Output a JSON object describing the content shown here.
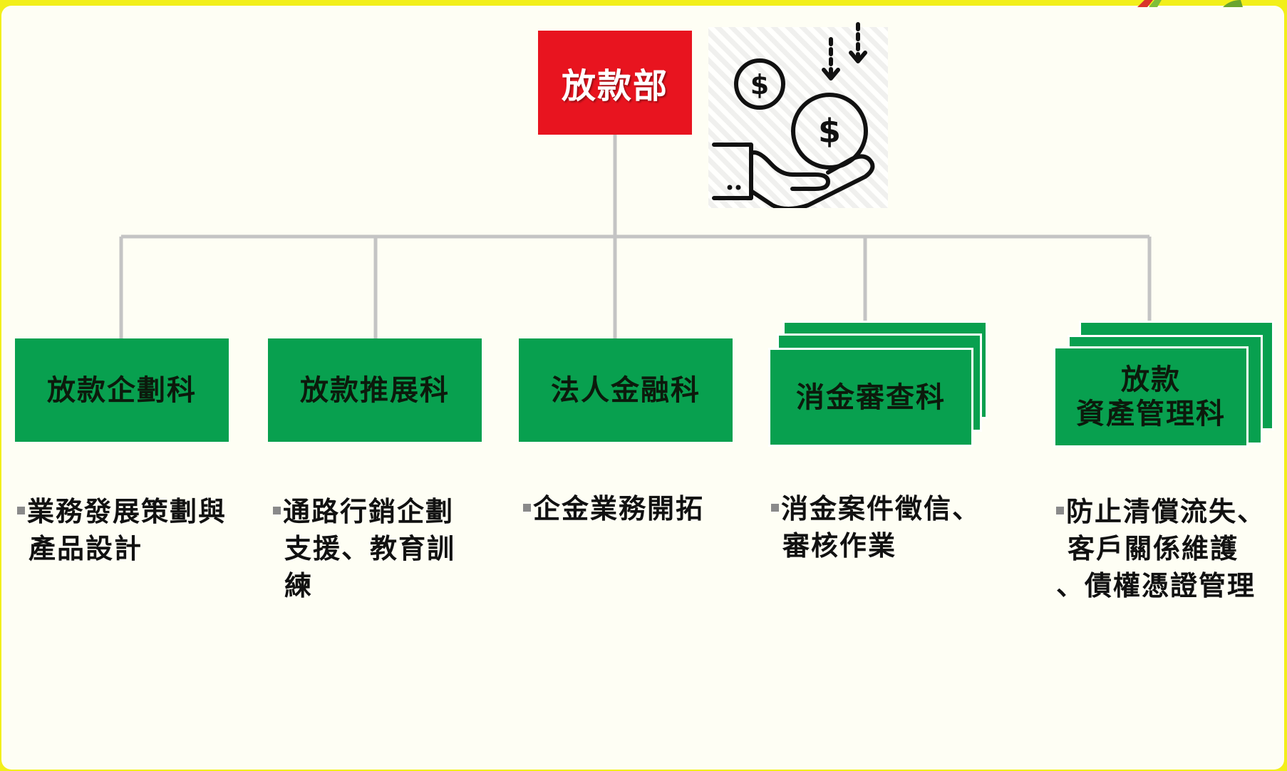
{
  "colors": {
    "head": "#e8141f",
    "dept": "#08a04f",
    "connector": "#c4c4c4",
    "frame": "#f2ef1a"
  },
  "head": {
    "label": "放款部",
    "icon": "hand-holding-money-icon"
  },
  "departments": [
    {
      "name": "放款企劃科",
      "desc_lines": [
        "業務發展策劃與",
        "產品設計"
      ]
    },
    {
      "name": "放款推展科",
      "desc_lines": [
        "通路行銷企劃",
        "支援、教育訓",
        "練"
      ]
    },
    {
      "name": "法人金融科",
      "desc_lines": [
        "企金業務開拓"
      ]
    },
    {
      "name": "消金審查科",
      "desc_lines": [
        "消金案件徵信、",
        "審核作業"
      ]
    },
    {
      "name_lines": [
        "放款",
        "資產管理科"
      ],
      "desc_lines": [
        "防止清償流失、",
        "客戶關係維護",
        "、債權憑證管理"
      ]
    }
  ]
}
